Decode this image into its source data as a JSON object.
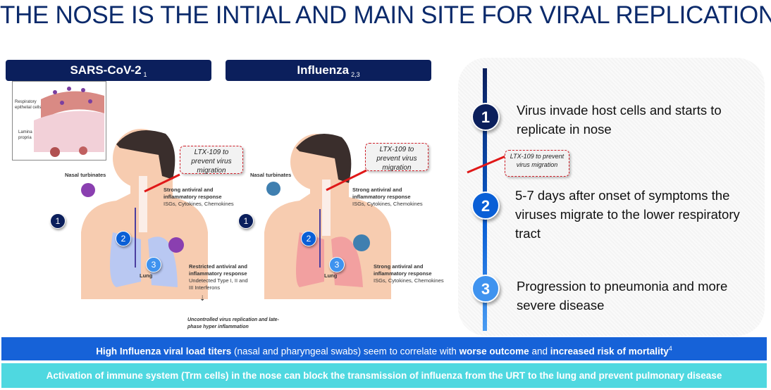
{
  "title": "THE NOSE IS THE INTIAL AND MAIN SITE FOR VIRAL REPLICATION",
  "panels": [
    {
      "header": "SARS-CoV-2",
      "ref": "1",
      "inset_labels": [
        "Respiratory epithelial cells",
        "Lamina propria"
      ],
      "nasal": "Nasal turbinates",
      "upper_response_title": "Strong antiviral and inflammatory response",
      "upper_response_detail": "ISGs, Cytokines, Chemokines",
      "lower_response_title": "Restricted antiviral and inflammatory response",
      "lower_response_detail": "Undetected Type I, II and III Interferons",
      "lung": "Lung",
      "outcome": "Uncontrolled virus replication and late-phase hyper inflammation",
      "callout": "LTX-109 to prevent virus migration",
      "lung_color": "#b9c8f2"
    },
    {
      "header": "Influenza",
      "ref": "2,3",
      "nasal": "Nasal turbinates",
      "upper_response_title": "Strong antiviral and inflammatory response",
      "upper_response_detail": "ISGs, Cytokines, Chemokines",
      "lower_response_title": "Strong antiviral and inflammatory response",
      "lower_response_detail": "ISGs, Cytokines, Chemokines",
      "lung": "Lung",
      "callout": "LTX-109 to prevent virus migration",
      "lung_color": "#f2a0a0"
    }
  ],
  "steps": [
    {
      "num": "1",
      "text": "Virus invade host cells and starts to replicate in nose"
    },
    {
      "num": "2",
      "text": "5-7 days after onset of symptoms the viruses migrate to the lower respiratory tract"
    },
    {
      "num": "3",
      "text": "Progression to pneumonia and more severe disease"
    }
  ],
  "timeline_callout": "LTX-109 to prevent virus migration",
  "banner1": {
    "b1": "High Influenza viral load titers",
    "t1": " (nasal and pharyngeal swabs) seem to correlate with ",
    "b2": "worse outcome",
    "t2": " and ",
    "b3": "increased risk of mortality",
    "sup": "4"
  },
  "banner2": "Activation of immune system (Trm cells) in the nose can block the transmission of influenza from the URT to the lung and prevent pulmonary disease"
}
